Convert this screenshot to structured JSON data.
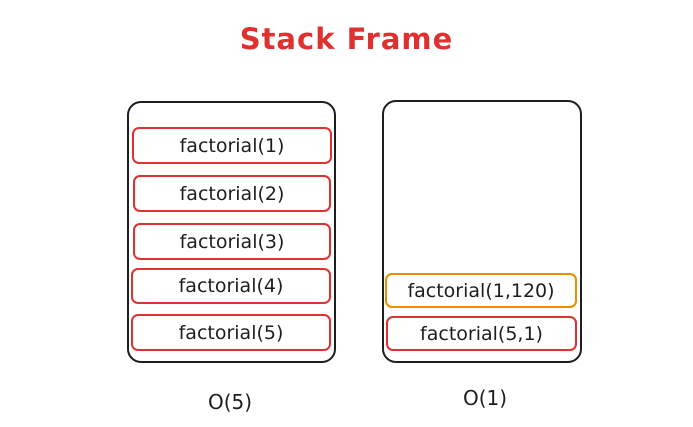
{
  "title": "Stack Frame",
  "colors": {
    "title": "#e03131",
    "frame_border": "#e03131",
    "highlight_border": "#f08c00",
    "stack_border": "#1e1e1e"
  },
  "left_stack": {
    "frames": [
      "factorial(1)",
      "factorial(2)",
      "factorial(3)",
      "factorial(4)",
      "factorial(5)"
    ],
    "complexity": "O(5)"
  },
  "right_stack": {
    "frames": [
      "factorial(1,120)",
      "factorial(5,1)"
    ],
    "complexity": "O(1)"
  }
}
